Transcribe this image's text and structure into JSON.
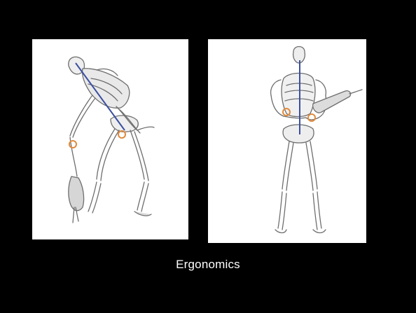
{
  "slide": {
    "caption": "Ergonomics",
    "background_color": "#000000",
    "panel_color": "#ffffff"
  },
  "figures": [
    {
      "pose": "bending-over-with-power-tool",
      "spine_line_color": "#3b4fa0",
      "joint_marker_color": "#e08a3c"
    },
    {
      "pose": "standing-upright-holding-power-tool",
      "spine_line_color": "#3b4fa0",
      "joint_marker_color": "#e08a3c"
    }
  ]
}
